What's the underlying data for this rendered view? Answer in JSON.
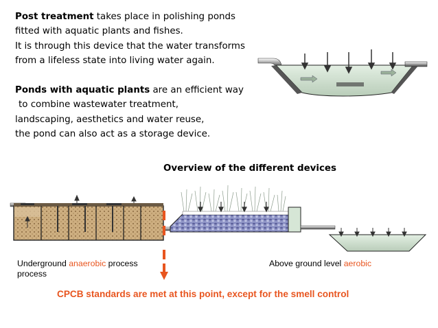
{
  "text": {
    "p1": {
      "bold": "Post treatment",
      "line1_rest": " takes place in polishing ponds",
      "line2": "fitted with aquatic plants and fishes.",
      "line3": "It is through this device that the water transforms",
      "line4": "from a lifeless state into living water again."
    },
    "p2": {
      "bold": "Ponds with aquatic plants",
      "line1_rest": " are an efficient way",
      "line2": "to combine wastewater treatment,",
      "line3": "landscaping, aesthetics and water reuse,",
      "line4": "the pond can also act as a storage device."
    },
    "overview_title": "Overview of the different devices",
    "caption_left": {
      "word1": "Underground ",
      "word2": "anaerobic",
      "word3": " process",
      "line2": "process"
    },
    "caption_right": {
      "word1": "Above ground level ",
      "word2": "aerobic"
    },
    "cpcb": "CPCB standards are met at this point, except for the smell control"
  },
  "colors": {
    "accent_red": "#e8551f",
    "water": "#d6e6d6",
    "gravel": "#8f95c9",
    "sludge": "#c9a97a"
  }
}
